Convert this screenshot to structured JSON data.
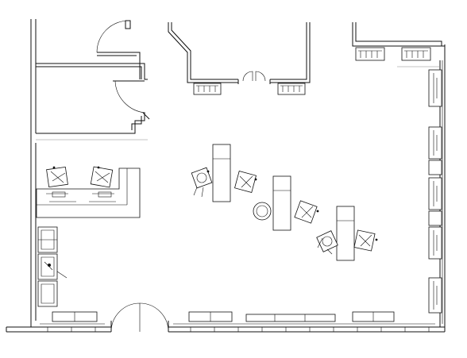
{
  "page": {
    "background": "#ffffff",
    "line_color": "#111111"
  },
  "rooms": [
    {
      "id": "main-office-floor",
      "label": ""
    },
    {
      "id": "north-entry-vestibule",
      "label": ""
    },
    {
      "id": "west-private-office",
      "label": ""
    },
    {
      "id": "east-work-wing",
      "label": ""
    }
  ],
  "furniture": {
    "reception_desk": {
      "chairs": 2,
      "monitors": 2
    },
    "island_desks": 3,
    "swivel_chairs": 6,
    "lounge_chairs": 3,
    "pendant_table": 1,
    "wall_benches": 4,
    "cabinet_units": 6,
    "sink_counters": 4
  }
}
